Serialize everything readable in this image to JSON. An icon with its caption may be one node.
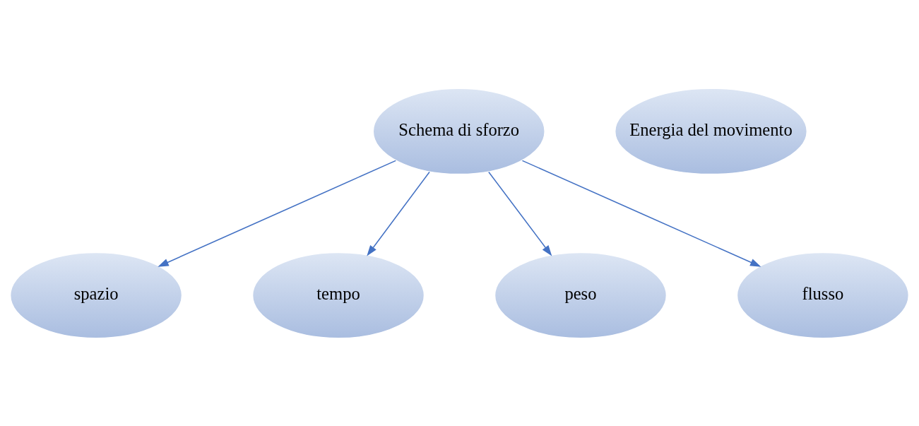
{
  "diagram": {
    "nodes": [
      {
        "text": [
          "Schema di sforzo"
        ]
      },
      {
        "text": [
          "spazio"
        ]
      },
      {
        "text": [
          "tempo"
        ]
      },
      {
        "text": [
          "peso"
        ]
      },
      {
        "text": [
          "flusso"
        ]
      },
      {
        "text": [
          "Energia del movimento"
        ]
      }
    ],
    "edges": [
      {
        "from": 0,
        "to": 1,
        "arrow": "to"
      },
      {
        "from": 0,
        "to": 2,
        "arrow": "to"
      },
      {
        "from": 0,
        "to": 3,
        "arrow": "to"
      },
      {
        "from": 0,
        "to": 4,
        "arrow": "to"
      }
    ]
  }
}
